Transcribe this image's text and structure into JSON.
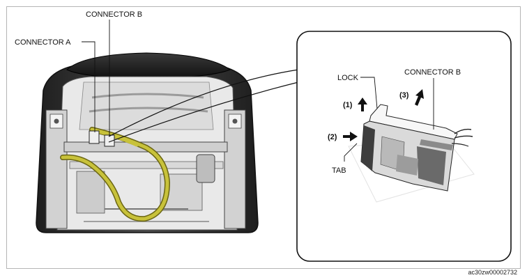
{
  "labels": {
    "connector_a": "CONNECTOR A",
    "connector_b": "CONNECTOR B",
    "detail_connector_b": "CONNECTOR B",
    "lock": "LOCK",
    "tab": "TAB",
    "step_1": "(1)",
    "step_2": "(2)",
    "step_3": "(3)"
  },
  "figure_id": "ac30zw00002732",
  "colors": {
    "harness": "#c8c23a",
    "seat_dark": "#2b2b2b",
    "frame_line": "#b5b5b5"
  }
}
